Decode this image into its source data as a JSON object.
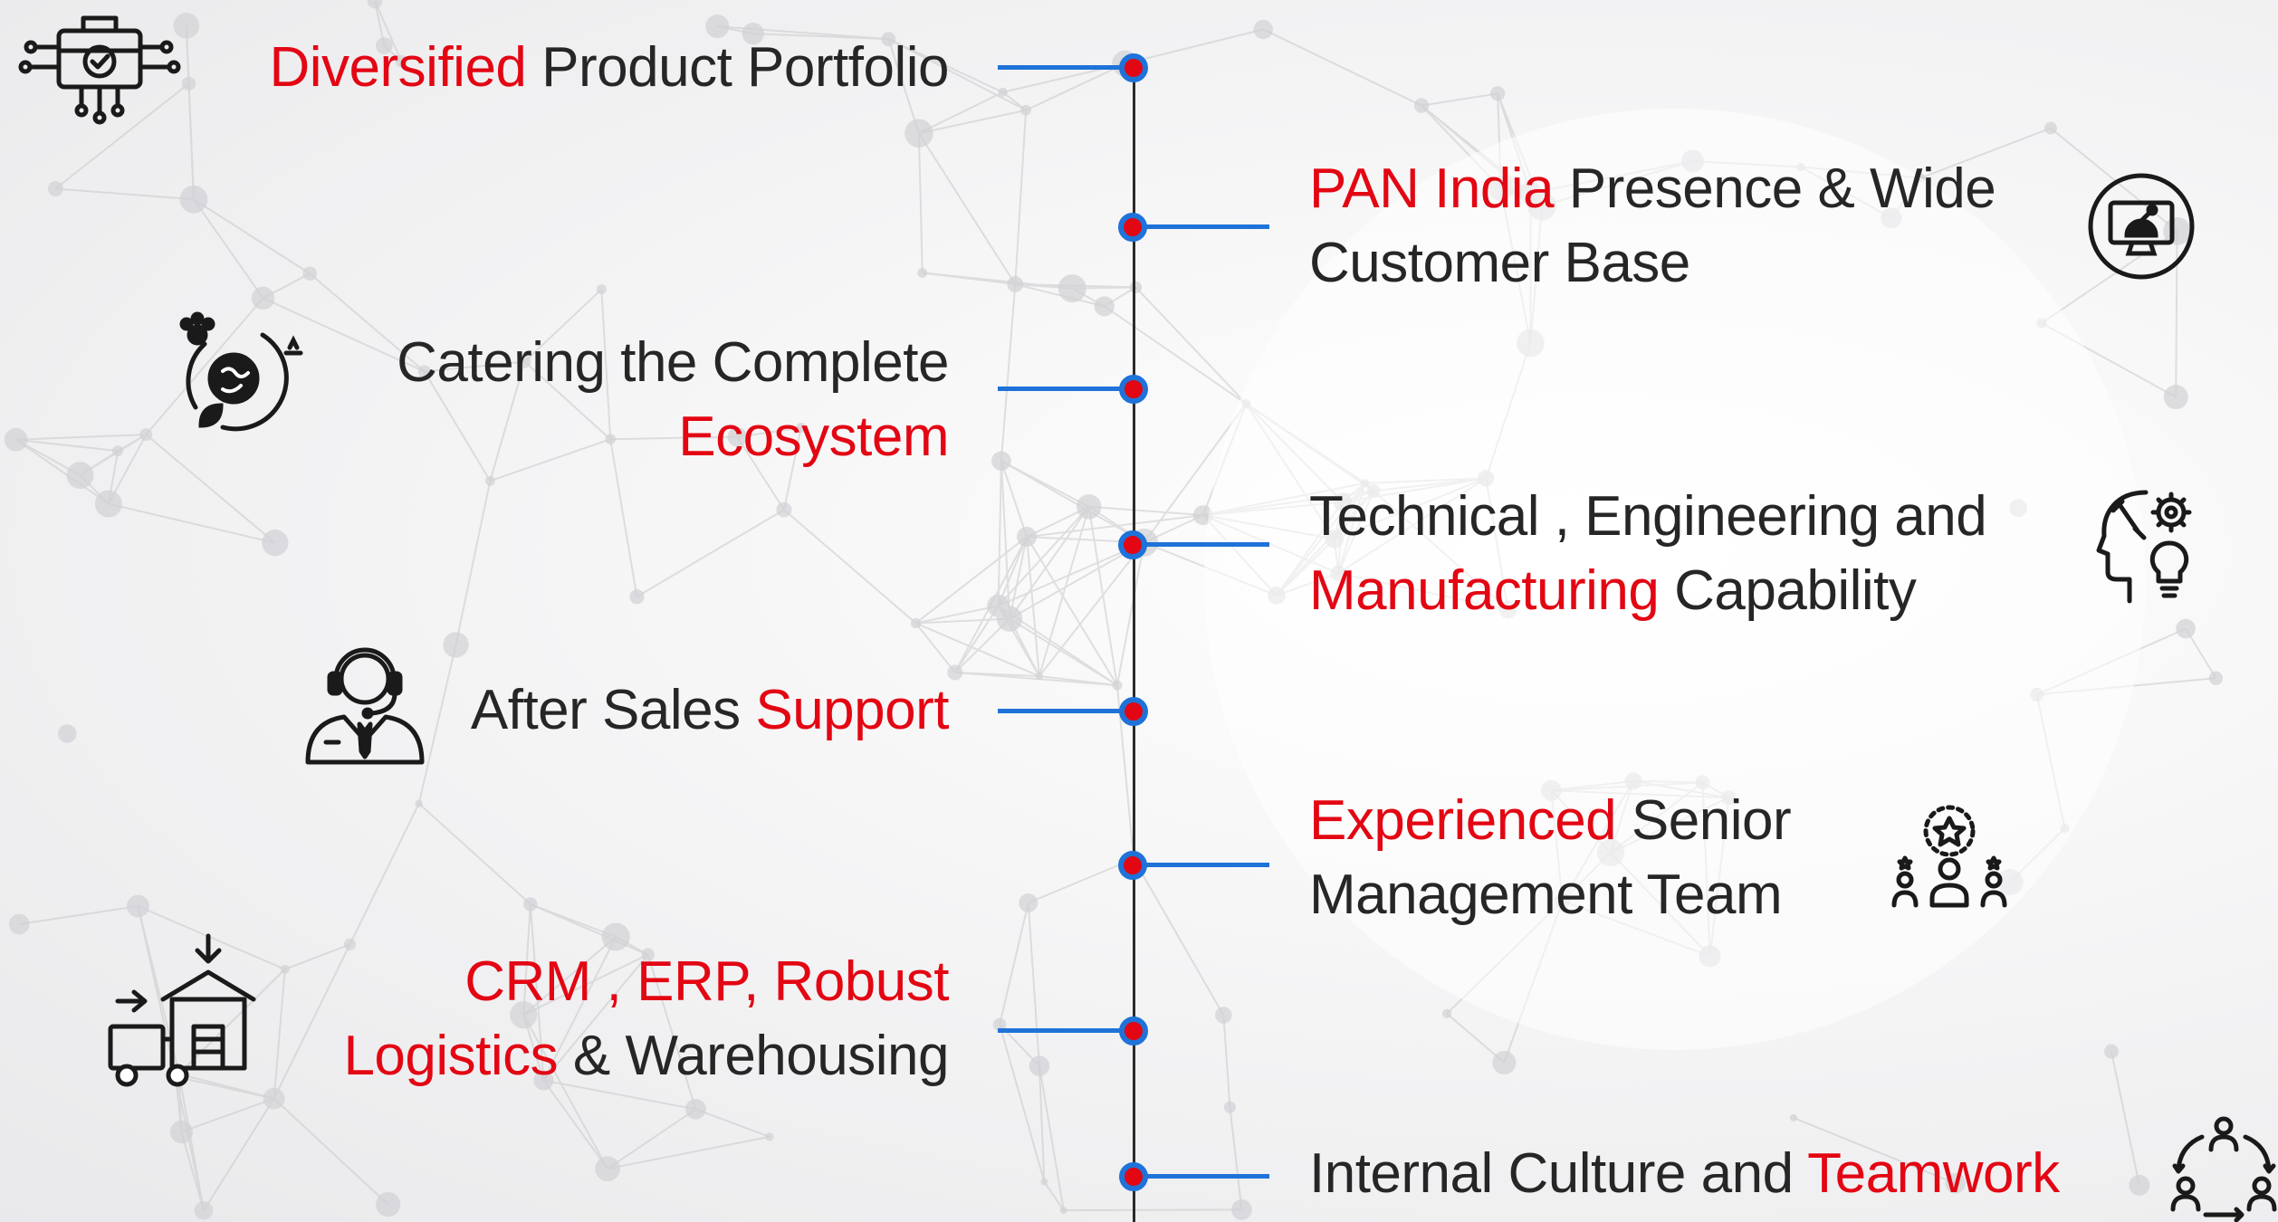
{
  "colors": {
    "accent_red": "#e30613",
    "connector_blue": "#1f73d8",
    "text_dark": "#262626",
    "spine": "#2b2b2b"
  },
  "items": [
    {
      "side": "left",
      "icon": "briefcase-circuit-icon",
      "line1_red": "Diversified",
      "line1_dark": " Product Portfolio"
    },
    {
      "side": "right",
      "icon": "monitor-globe-icon",
      "line1_red": "PAN India",
      "line1_dark": " Presence & Wide",
      "line2_dark": "Customer Base"
    },
    {
      "side": "left",
      "icon": "ecosystem-globe-icon",
      "line1_dark": "Catering the Complete",
      "line2_red": "Ecosystem"
    },
    {
      "side": "right",
      "icon": "head-gears-bulb-icon",
      "line1_dark": "Technical , Engineering and",
      "line2_red": "Manufacturing",
      "line2_dark": " Capability"
    },
    {
      "side": "left",
      "icon": "headset-support-icon",
      "line1_dark": "After Sales ",
      "line1_red": "Support"
    },
    {
      "side": "right",
      "icon": "team-star-icon",
      "line1_red": "Experienced",
      "line1_dark": " Senior",
      "line2_dark": "Management Team"
    },
    {
      "side": "left",
      "icon": "warehouse-truck-icon",
      "line1_red": "CRM , ERP, Robust",
      "line2_red": "Logistics",
      "line2_dark": " & Warehousing"
    },
    {
      "side": "right",
      "icon": "teamwork-cycle-icon",
      "line1_dark": "Internal Culture and ",
      "line1_red": "Teamwork"
    }
  ]
}
